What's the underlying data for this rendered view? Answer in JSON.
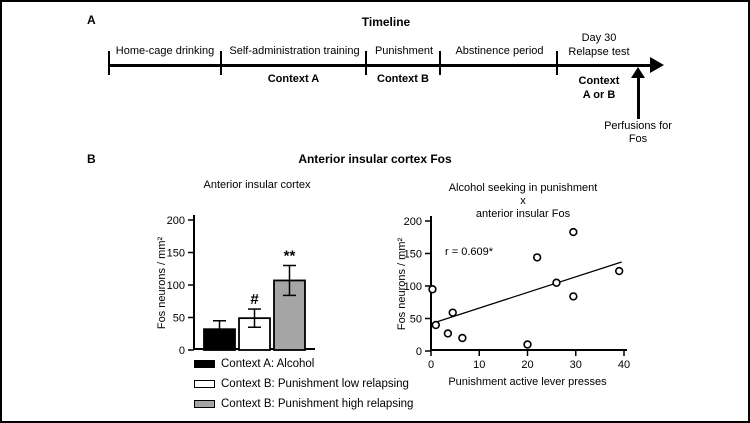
{
  "colors": {
    "frame": "#000000",
    "background": "#ffffff",
    "black": "#000000",
    "white": "#ffffff",
    "gray": "#a5a5a5"
  },
  "panelA": {
    "panel_label": "A",
    "title": "Timeline",
    "phase_labels": [
      "Home-cage drinking",
      "Self-administration training",
      "Punishment",
      "Abstinence period"
    ],
    "relapse_line1": "Day 30",
    "relapse_line2": "Relapse test",
    "context_a": "Context A",
    "context_b": "Context B",
    "context_ab_line1": "Context",
    "context_ab_line2": "A or B",
    "perfusions_line1": "Perfusions for",
    "perfusions_line2": "Fos"
  },
  "panelB": {
    "panel_label": "B",
    "title": "Anterior insular cortex Fos"
  },
  "chart_data": [
    {
      "type": "bar",
      "title": "Anterior insular cortex",
      "ylabel": "Fos neurons / mm²",
      "ylim": [
        0,
        200
      ],
      "yticks": [
        0,
        50,
        100,
        150,
        200
      ],
      "categories": [
        "Context A: Alcohol",
        "Context B: Punishment low relapsing",
        "Context B: Punishment high relapsing"
      ],
      "values": [
        32,
        49,
        107
      ],
      "errors": [
        13,
        14,
        23
      ],
      "annotations": [
        "",
        "#",
        "**"
      ],
      "bar_colors": [
        "#000000",
        "#ffffff",
        "#a5a5a5"
      ],
      "legend_position": "below"
    },
    {
      "type": "scatter",
      "title_lines": [
        "Alcohol seeking in punishment",
        "x",
        "anterior insular Fos"
      ],
      "xlabel": "Punishment active lever presses",
      "ylabel": "Fos neurons / mm²",
      "xlim": [
        0,
        40
      ],
      "ylim": [
        0,
        200
      ],
      "xticks": [
        0,
        10,
        20,
        30,
        40
      ],
      "yticks": [
        0,
        50,
        100,
        150,
        200
      ],
      "correlation_label": "r = 0.609*",
      "points": [
        [
          0.3,
          95
        ],
        [
          1,
          40
        ],
        [
          3.5,
          27
        ],
        [
          4.5,
          59
        ],
        [
          6.5,
          20
        ],
        [
          20,
          10
        ],
        [
          22,
          144
        ],
        [
          26,
          105
        ],
        [
          29.5,
          84
        ],
        [
          29.5,
          183
        ],
        [
          39,
          123
        ]
      ],
      "regression_line": {
        "x1": 0,
        "y1": 42,
        "x2": 39.5,
        "y2": 137
      }
    }
  ]
}
